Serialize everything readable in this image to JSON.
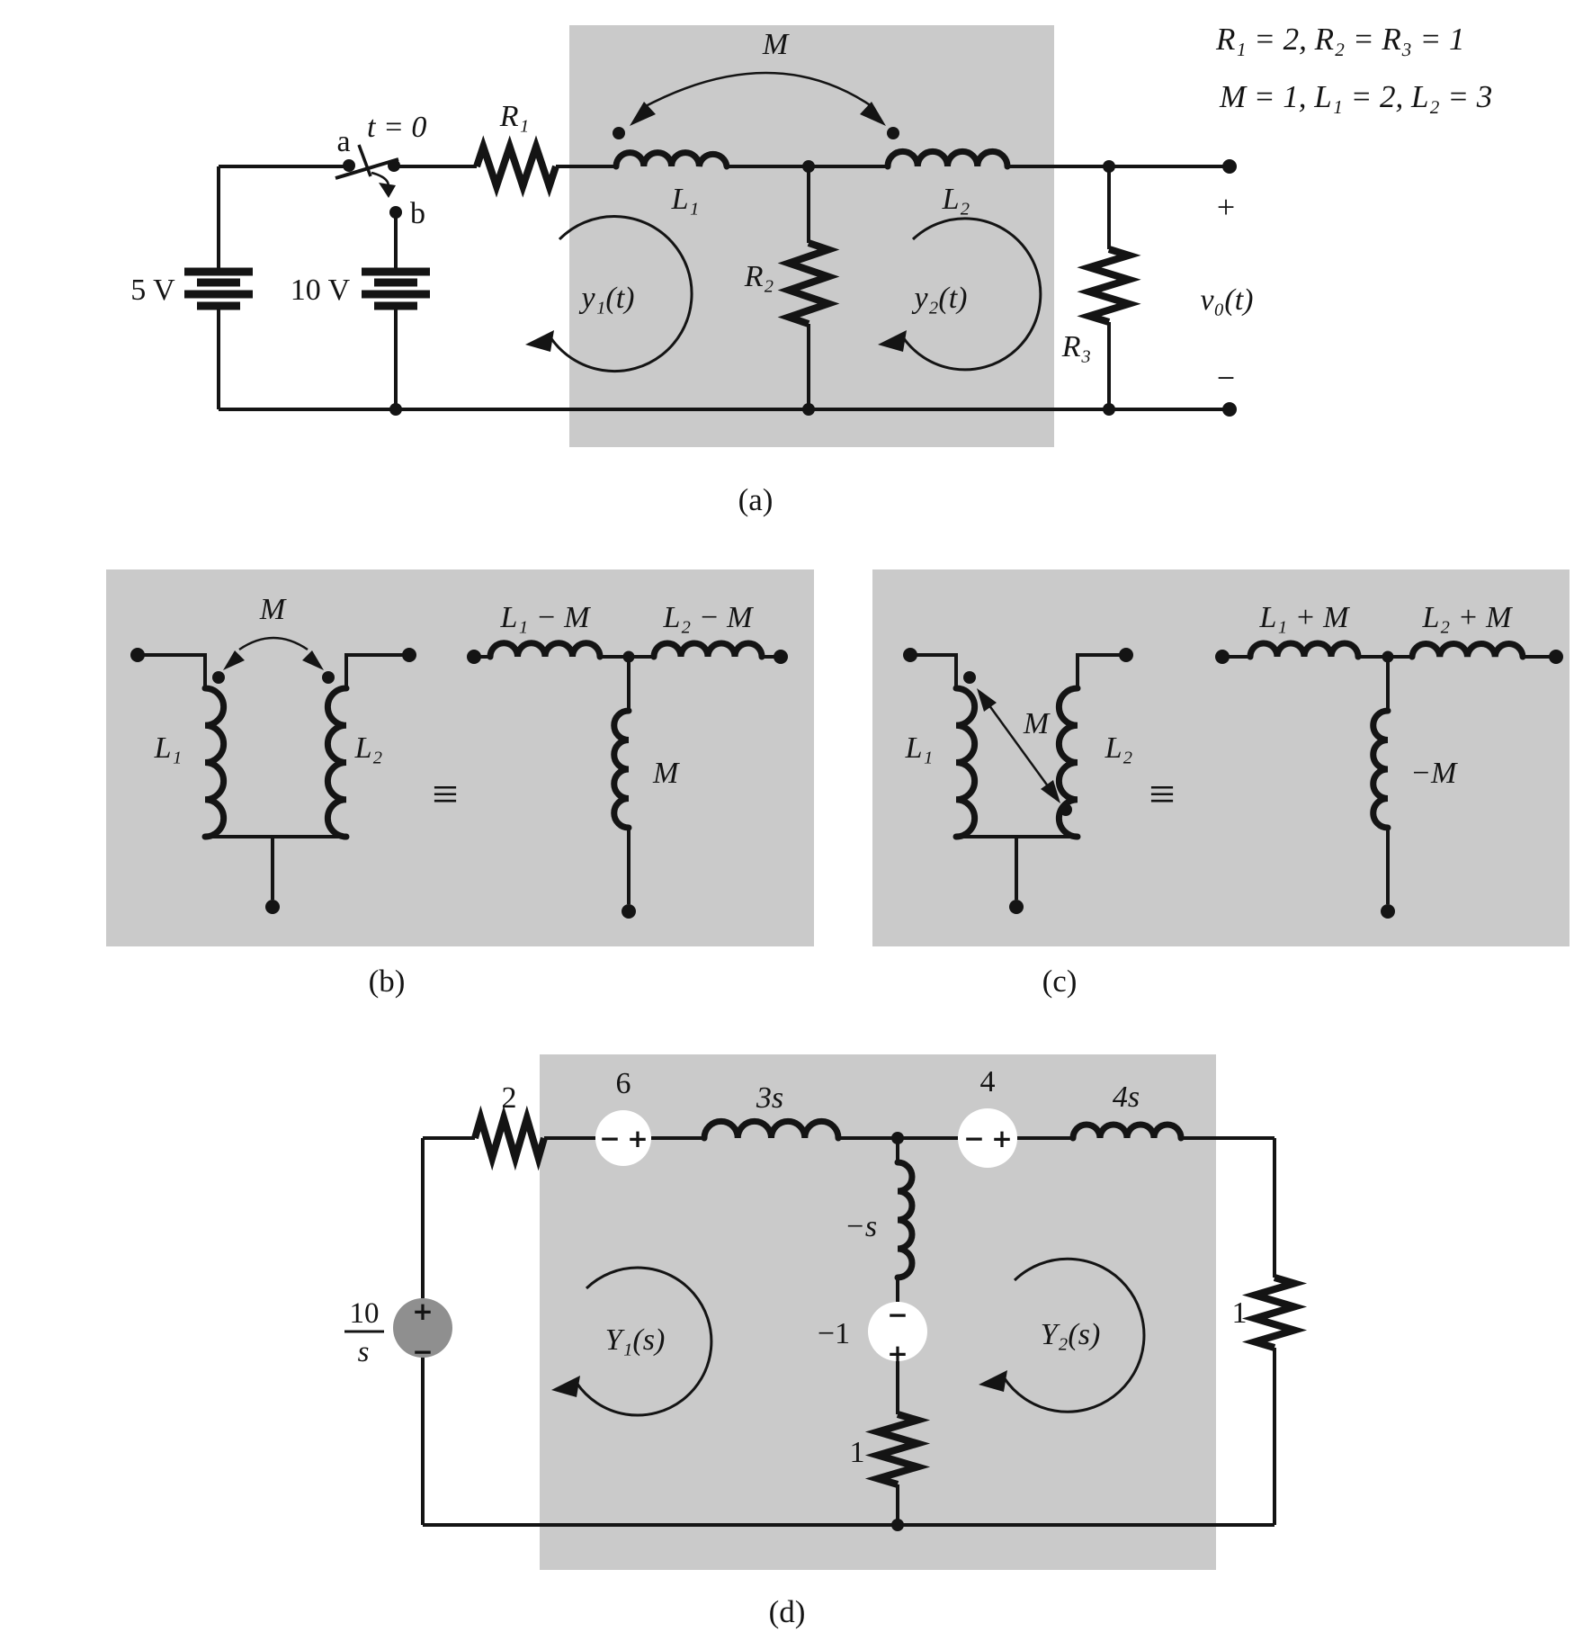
{
  "colors": {
    "panel_bg": "#cacaca",
    "ink": "#141414",
    "independent_source_fill": "#8f8f8f",
    "dependent_source_fill": "#ffffff"
  },
  "glyphs": {
    "plus": "+",
    "minus": "−",
    "equiv": "≡"
  },
  "params": {
    "line1": "R₁ = 2,    R₂ = R₃ = 1",
    "line2": "M = 1,    L₁ = 2,    L₂ = 3"
  },
  "panel_a": {
    "caption": "(a)",
    "source_5v": "5 V",
    "source_10v": "10 V",
    "switch": {
      "a": "a",
      "t0": "t = 0",
      "b": "b"
    },
    "r1": "R₁",
    "r2": "R₂",
    "r3": "R₃",
    "l1": "L₁",
    "l2": "L₂",
    "m": "M",
    "mesh1": "y₁(t)",
    "mesh2": "y₂(t)",
    "vout": "v₀(t)"
  },
  "panel_b": {
    "caption": "(b)",
    "m_arc": "M",
    "l1": "L₁",
    "l2": "L₂",
    "series1": "L₁ − M",
    "series2": "L₂ − M",
    "shunt": "M"
  },
  "panel_c": {
    "caption": "(c)",
    "m_arc": "M",
    "l1": "L₁",
    "l2": "L₂",
    "series1": "L₁ + M",
    "series2": "L₂ + M",
    "shunt": "−M"
  },
  "panel_d": {
    "caption": "(d)",
    "source_num": "10",
    "source_den": "s",
    "r_series": "2",
    "dep_source1": "6",
    "ind1": "3s",
    "dep_source2": "4",
    "ind2": "4s",
    "ind_shunt": "−s",
    "dep_source3": "−1",
    "r_shunt": "1",
    "r_load": "1",
    "mesh1": "Y₁(s)",
    "mesh2": "Y₂(s)"
  }
}
